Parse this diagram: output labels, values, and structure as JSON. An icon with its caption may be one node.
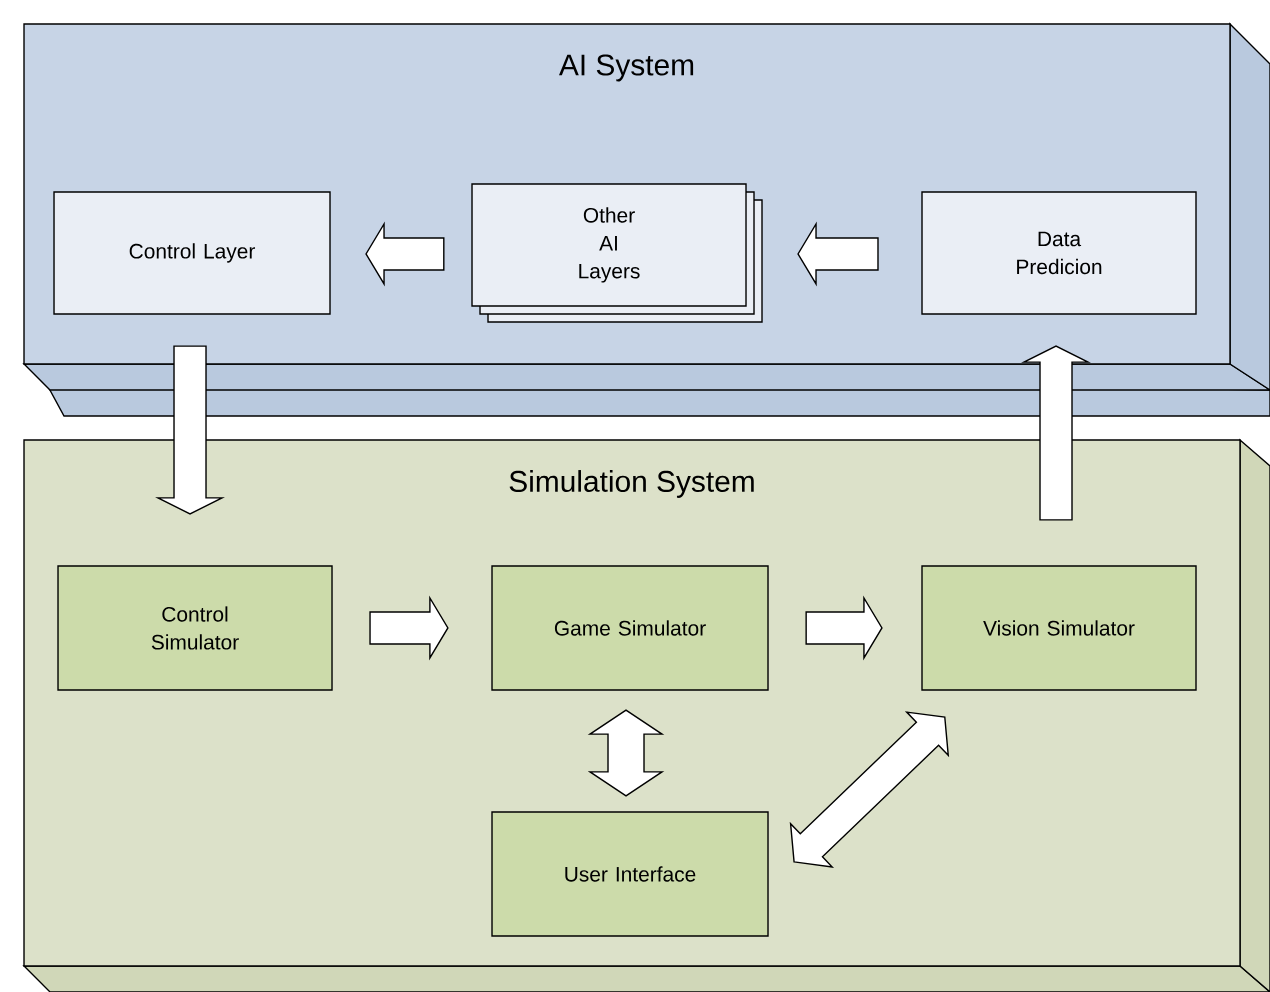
{
  "diagram": {
    "nodes": [
      {
        "text": [
          "AI System"
        ]
      },
      {
        "text": [
          "Control Layer"
        ],
        "in": 0
      },
      {
        "text": [
          "Other AI Layers"
        ],
        "in": 0
      },
      {
        "text": [
          "Data Predicion"
        ],
        "in": 0
      },
      {
        "text": [
          "Simulation System"
        ]
      },
      {
        "text": [
          "Control Simulator"
        ],
        "in": 4
      },
      {
        "text": [
          "Game Simulator"
        ],
        "in": 4
      },
      {
        "text": [
          "Vision Simulator"
        ],
        "in": 4
      },
      {
        "text": [
          "User Interface"
        ],
        "in": 4
      }
    ],
    "edges": [
      {
        "from": 2,
        "to": 1,
        "arrow": "to"
      },
      {
        "from": 3,
        "to": 2,
        "arrow": "to"
      },
      {
        "from": 1,
        "to": 5,
        "arrow": "to"
      },
      {
        "from": 5,
        "to": 6,
        "arrow": "to"
      },
      {
        "from": 6,
        "to": 7,
        "arrow": "to"
      },
      {
        "from": 6,
        "to": 8,
        "arrow": "both"
      },
      {
        "from": 8,
        "to": 7,
        "arrow": "both"
      },
      {
        "from": 7,
        "to": 3,
        "arrow": "to"
      }
    ]
  }
}
